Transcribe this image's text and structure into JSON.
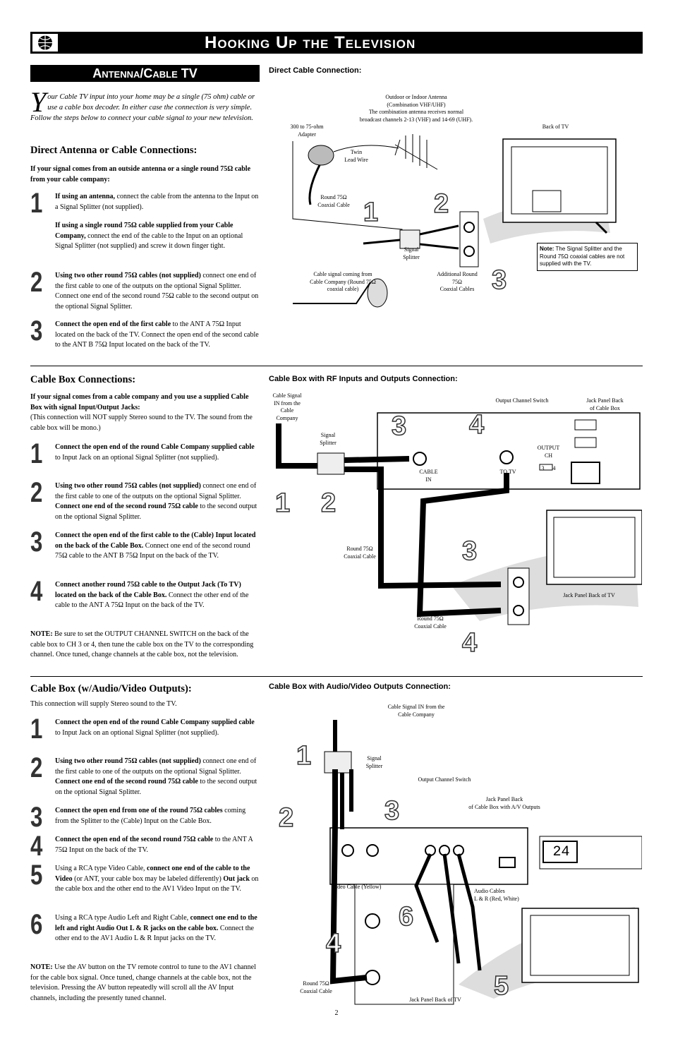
{
  "header": {
    "title": "Hooking Up the Television",
    "icon": "globe-icon"
  },
  "section": {
    "title": "Antenna/Cable TV"
  },
  "intro": {
    "dropcap": "Y",
    "text": "our Cable TV input into your home may be a single (75 ohm) cable or use a cable box decoder. In either case the connection is very simple. Follow the steps below to connect your cable signal to your new television."
  },
  "direct": {
    "heading": "Direct Antenna or Cable Connections:",
    "lead": "If your signal comes from an outside antenna or a single round 75Ω cable from your cable company:",
    "steps": [
      {
        "num": "1",
        "b1": "If using an antenna,",
        "t1": " connect the cable from the antenna to the Input on a Signal Splitter (not supplied).",
        "b2": "If using a single round 75Ω cable supplied from your Cable Company,",
        "t2": " connect the end of the cable to the Input on an optional Signal Splitter (not supplied) and screw it down finger tight."
      },
      {
        "num": "2",
        "b1": "Using two other round 75Ω cables (not supplied)",
        "t1": " connect one end of the first cable to one of the outputs on the optional Signal Splitter. Connect one end of the second round 75Ω cable to the second output on the optional Signal Splitter."
      },
      {
        "num": "3",
        "b1": "Connect the open end of the first cable",
        "t1": " to the ANT A 75Ω Input located on the back of the TV. Connect the open end of the second cable to the ANT B 75Ω Input located on the back of the TV."
      }
    ]
  },
  "cablebox": {
    "heading": "Cable Box Connections:",
    "lead": "If your signal comes from a cable company and you use a supplied Cable Box with signal Input/Output Jacks:",
    "lead2": "(This connection will NOT supply Stereo sound to the TV. The sound from the cable box will be mono.)",
    "steps": [
      {
        "num": "1",
        "b1": "Connect the open end of the round Cable Company supplied cable",
        "t1": " to Input Jack on an optional Signal Splitter (not supplied)."
      },
      {
        "num": "2",
        "b1": "Using two other round 75Ω cables (not supplied)",
        "t1": " connect one end of the first cable to one of the outputs on the optional Signal Splitter. ",
        "b2": "Connect one end of the second round 75Ω cable",
        "t2": " to the second output on the optional Signal Splitter."
      },
      {
        "num": "3",
        "b1": "Connect the open end of the first cable to the (Cable) Input located on the back of the Cable Box.",
        "t1": " Connect one end of the second round 75Ω cable to the ANT B 75Ω Input on the back of the TV."
      },
      {
        "num": "4",
        "b1": "Connect another round 75Ω cable to the Output Jack (To TV) located on the back of the Cable Box.",
        "t1": " Connect the other end of the cable to the ANT A 75Ω Input on the back of the TV."
      }
    ],
    "note_label": "NOTE:",
    "note": " Be sure to set the OUTPUT CHANNEL SWITCH on the back of the cable box to CH 3 or 4, then tune the cable box on the TV to the corresponding channel. Once tuned, change channels at the cable box, not the television."
  },
  "av": {
    "heading": "Cable Box (w/Audio/Video Outputs):",
    "lead": "This connection will supply Stereo sound to the TV.",
    "steps": [
      {
        "num": "1",
        "b1": "Connect the open end of the round Cable Company supplied cable",
        "t1": " to Input Jack on an optional Signal Splitter (not supplied)."
      },
      {
        "num": "2",
        "b1": "Using two other round 75Ω cables (not supplied)",
        "t1": " connect one end of the first cable to one of the outputs on the optional Signal Splitter. ",
        "b2": "Connect one end of the second round 75Ω cable",
        "t2": " to the second output on the optional Signal Splitter."
      },
      {
        "num": "3",
        "b1": "Connect the open end from one of the round 75Ω cables",
        "t1": " coming from the Splitter to the (Cable) Input on the Cable Box."
      },
      {
        "num": "4",
        "b1": "Connect the open end of the second round 75Ω cable",
        "t1": " to the ANT A 75Ω Input on the back of the TV."
      },
      {
        "num": "5",
        "t0": "Using a RCA type Video Cable, ",
        "b1": "connect one end of the cable to the Video",
        "t1": " (or ANT, your cable box may be labeled differently) ",
        "b2": "Out jack",
        "t2": " on the cable box and the other end to the AV1 Video Input on the TV."
      },
      {
        "num": "6",
        "t0": "Using a RCA type Audio Left and Right Cable, ",
        "b1": "connect one end to the left and right Audio Out L & R jacks on the cable box.",
        "t1": " Connect the other end to the AV1 Audio L & R Input jacks on the TV."
      }
    ],
    "note_label": "NOTE:",
    "note": " Use the AV button on the TV remote control to tune to the AV1 channel for the cable box signal. Once tuned, change channels at the cable box, not the television. Pressing the AV button repeatedly will scroll all the AV Input channels, including the presently tuned channel."
  },
  "diagram1": {
    "title": "Direct Cable Connection:",
    "antenna": "Outdoor or Indoor Antenna\n(Combination VHF/UHF)\nThe combination antenna receives normal\nbroadcast channels 2-13 (VHF) and 14-69 (UHF).",
    "adapter": "300 to 75-ohm\nAdapter",
    "twin": "Twin\nLead Wire",
    "back_tv": "Back of TV",
    "round": "Round 75Ω\nCoaxial Cable",
    "splitter": "Signal\nSplitter",
    "cable_signal": "Cable signal coming from\nCable Company (Round 75Ω\ncoaxial cable)",
    "additional": "Additional Round\n75Ω\nCoaxial Cables",
    "note_label": "Note:",
    "note": " The Signal Splitter and the Round 75Ω coaxial cables are not supplied with the TV."
  },
  "diagram2": {
    "title": "Cable Box with RF Inputs and Outputs Connection:",
    "cable_signal": "Cable Signal\nIN from the\nCable\nCompany",
    "splitter": "Signal\nSplitter",
    "output_switch": "Output Channel Switch",
    "jack_panel_box": "Jack Panel Back\nof Cable Box",
    "cable_in": "CABLE\nIN",
    "to_tv": "TO TV",
    "output_ch": "OUTPUT\nCH",
    "ch": "3      4",
    "round1": "Round 75Ω\nCoaxial Cable",
    "round2": "Round 75Ω\nCoaxial Cable",
    "jack_panel_tv": "Jack Panel Back of TV"
  },
  "diagram3": {
    "title": "Cable Box with Audio/Video Outputs Connection:",
    "cable_signal": "Cable Signal IN from the\nCable Company",
    "splitter": "Signal\nSplitter",
    "output_switch": "Output Channel Switch",
    "jack_panel_box": "Jack Panel Back\nof Cable Box with A/V Outputs",
    "video_cable": "Video Cable (Yellow)",
    "audio_cables": "Audio Cables\nL & R (Red, White)",
    "round": "Round 75Ω\nCoaxial Cable",
    "jack_panel_tv": "Jack Panel Back of TV",
    "display": "24"
  },
  "page_number": "2"
}
